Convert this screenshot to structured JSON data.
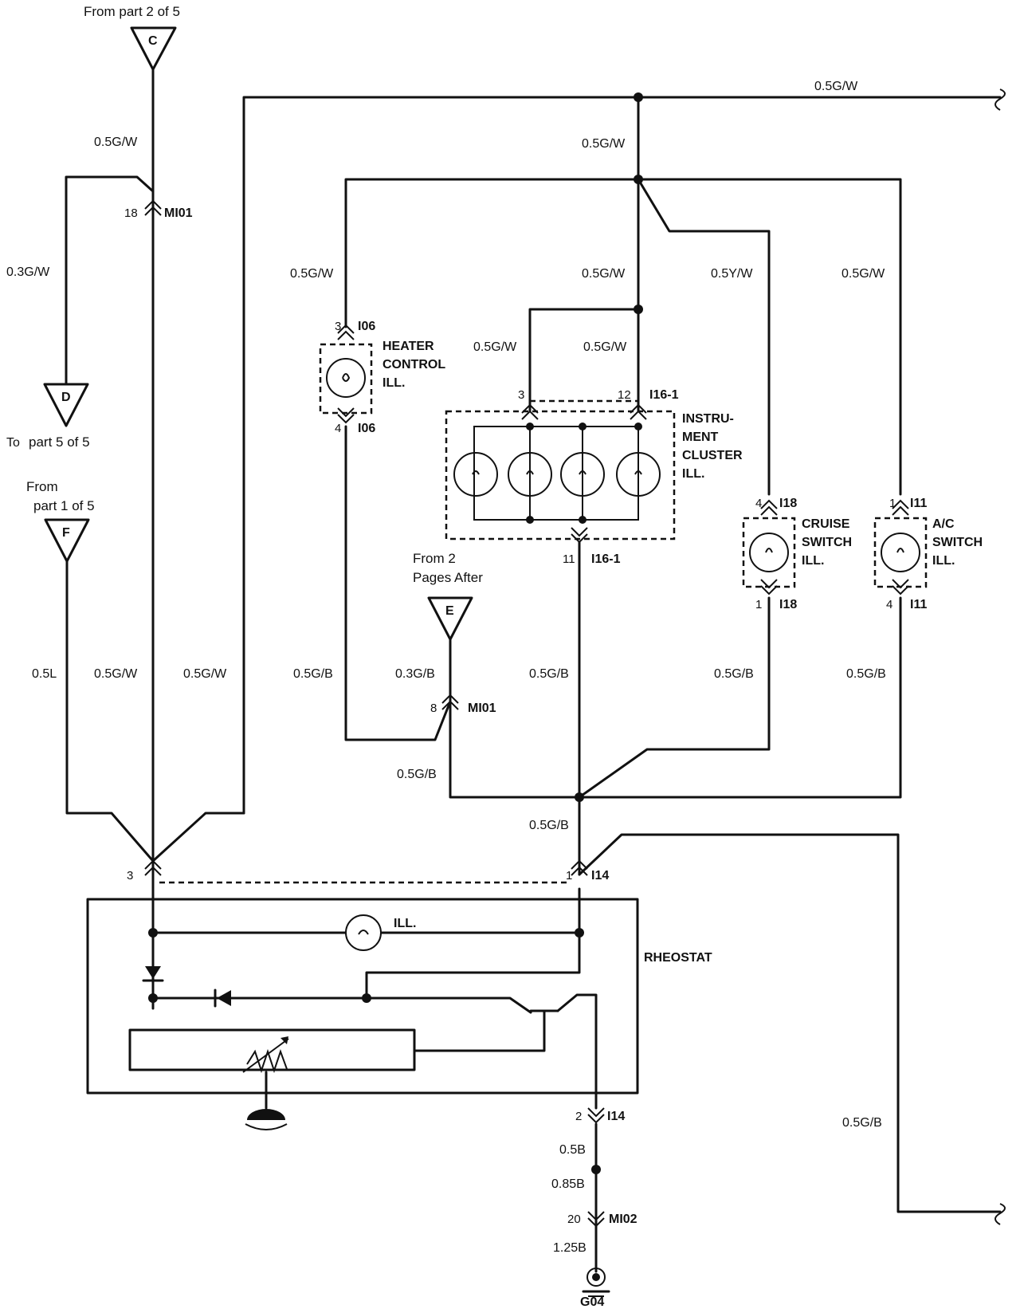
{
  "offpage": {
    "c": {
      "letter": "C",
      "note": "From part 2 of 5"
    },
    "d": {
      "letter": "D",
      "note_prefix": "To",
      "note": "part 5 of 5"
    },
    "f": {
      "letter": "F",
      "note1": "From",
      "note2": "part 1 of 5"
    },
    "e": {
      "letter": "E",
      "note1": "From 2",
      "note2": "Pages After"
    }
  },
  "wires": {
    "top_right": "0.5G/W",
    "c_down": "0.5G/W",
    "d_feed": "0.3G/W",
    "bus_upper": "0.5G/W",
    "heater_feed": "0.5G/W",
    "cluster_feed": "0.5G/W",
    "cruise_feed": "0.5Y/W",
    "ac_feed": "0.5G/W",
    "cluster_pin3": "0.5G/W",
    "cluster_pin12": "0.5G/W",
    "f_feed": "0.5L",
    "mid_gw": "0.5G/W",
    "long_gw": "0.5G/W",
    "heater_ret": "0.5G/B",
    "e_feed": "0.3G/B",
    "cluster_ret": "0.5G/B",
    "cruise_ret": "0.5G/B",
    "ac_ret": "0.5G/B",
    "mi01_ret": "0.5G/B",
    "i14_feed": "0.5G/B",
    "right_ret": "0.5G/B",
    "gnd1": "0.5B",
    "gnd2": "0.85B",
    "gnd3": "1.25B"
  },
  "connectors": {
    "mi01_top": {
      "pin": "18",
      "id": "MI01"
    },
    "i06_top": {
      "pin": "3",
      "id": "I06"
    },
    "i06_bot": {
      "pin": "4",
      "id": "I06"
    },
    "i16_pin3": {
      "pin": "3"
    },
    "i16_pin12": {
      "pin": "12",
      "id": "I16-1"
    },
    "i16_pin11": {
      "pin": "11",
      "id": "I16-1"
    },
    "i18_top": {
      "pin": "4",
      "id": "I18"
    },
    "i18_bot": {
      "pin": "1",
      "id": "I18"
    },
    "i11_top": {
      "pin": "1",
      "id": "I11"
    },
    "i11_bot": {
      "pin": "4",
      "id": "I11"
    },
    "mi01_bot": {
      "pin": "8",
      "id": "MI01"
    },
    "rheo_pin3": {
      "pin": "3"
    },
    "i14_pin1": {
      "pin": "1",
      "id": "I14"
    },
    "i14_pin2": {
      "pin": "2",
      "id": "I14"
    },
    "mi02": {
      "pin": "20",
      "id": "MI02"
    }
  },
  "components": {
    "heater": [
      "HEATER",
      "CONTROL",
      "ILL."
    ],
    "cluster": [
      "INSTRU-",
      "MENT",
      "CLUSTER",
      "ILL."
    ],
    "cruise": [
      "CRUISE",
      "SWITCH",
      "ILL."
    ],
    "ac": [
      "A/C",
      "SWITCH",
      "ILL."
    ],
    "rheostat": "RHEOSTAT",
    "rheostat_lamp": "ILL.",
    "ground": "G04"
  }
}
